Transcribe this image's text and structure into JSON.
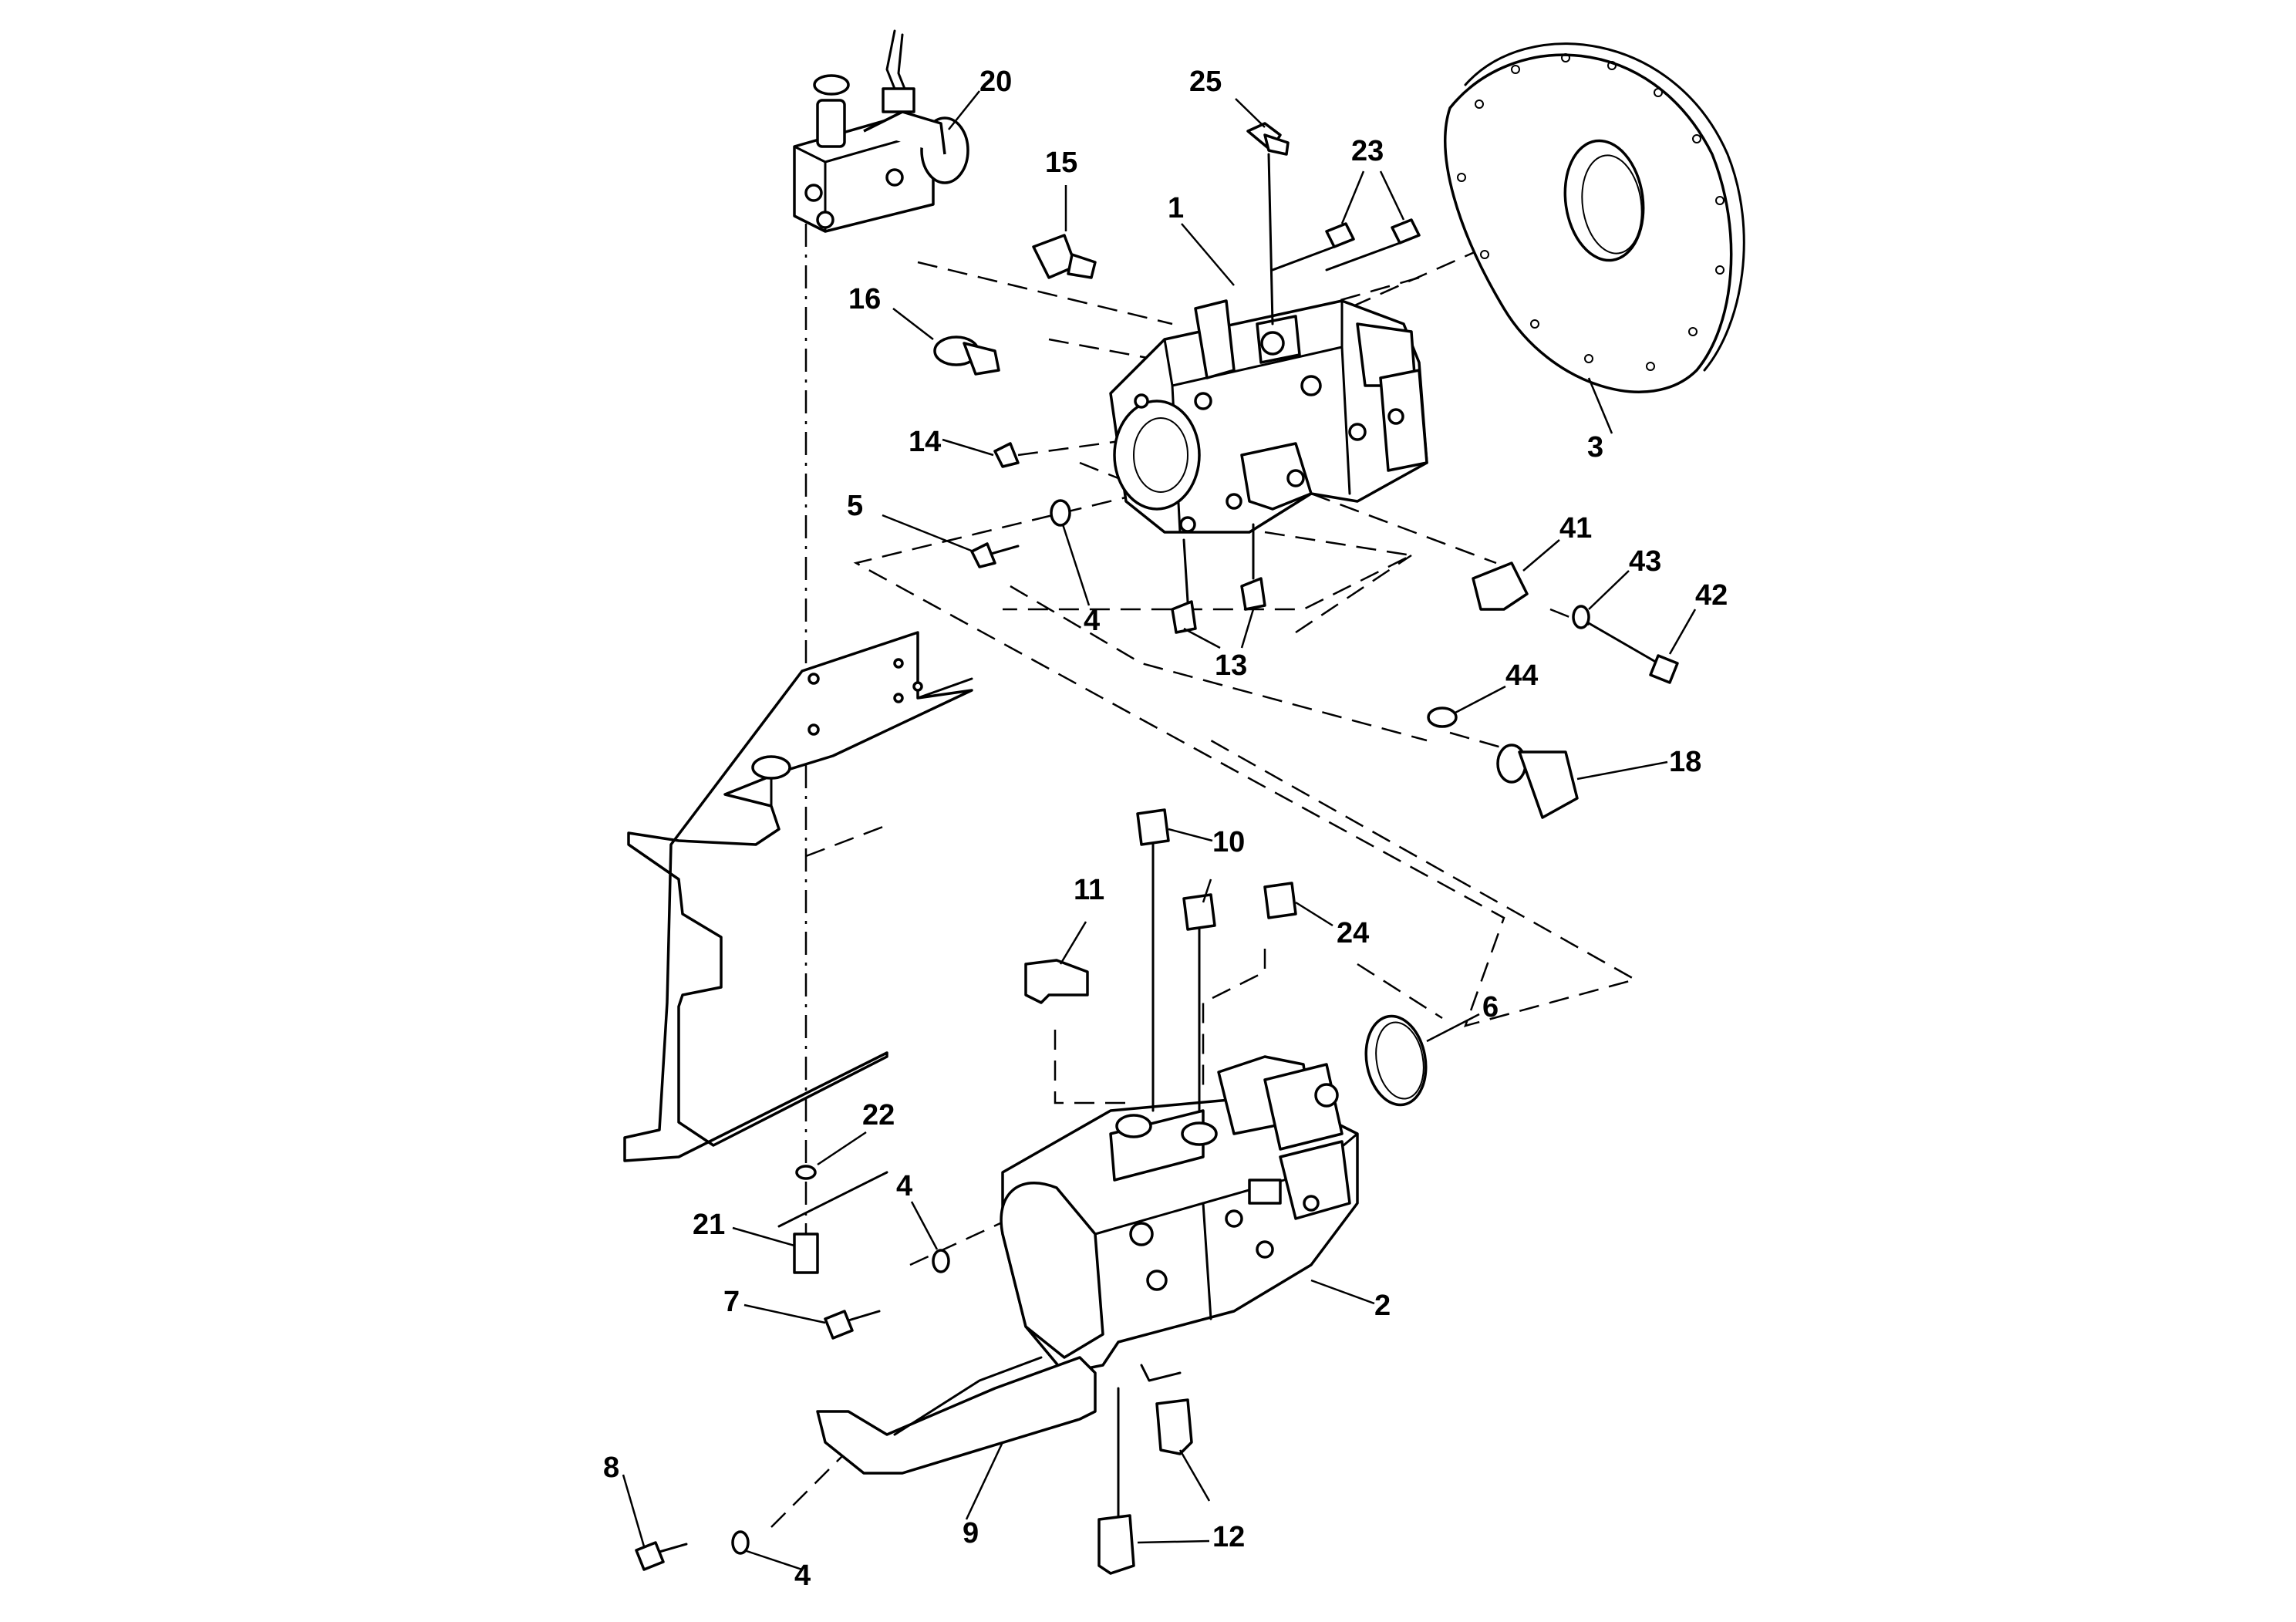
{
  "diagram": {
    "callouts": [
      {
        "id": "c20",
        "text": "20"
      },
      {
        "id": "c25",
        "text": "25"
      },
      {
        "id": "c15",
        "text": "15"
      },
      {
        "id": "c1",
        "text": "1"
      },
      {
        "id": "c23",
        "text": "23"
      },
      {
        "id": "c16",
        "text": "16"
      },
      {
        "id": "c14",
        "text": "14"
      },
      {
        "id": "c5",
        "text": "5"
      },
      {
        "id": "c4a",
        "text": "4"
      },
      {
        "id": "c13",
        "text": "13"
      },
      {
        "id": "c3",
        "text": "3"
      },
      {
        "id": "c41",
        "text": "41"
      },
      {
        "id": "c43",
        "text": "43"
      },
      {
        "id": "c42",
        "text": "42"
      },
      {
        "id": "c44",
        "text": "44"
      },
      {
        "id": "c18",
        "text": "18"
      },
      {
        "id": "c10",
        "text": "10"
      },
      {
        "id": "c11",
        "text": "11"
      },
      {
        "id": "c24",
        "text": "24"
      },
      {
        "id": "c6",
        "text": "6"
      },
      {
        "id": "c22",
        "text": "22"
      },
      {
        "id": "c4b",
        "text": "4"
      },
      {
        "id": "c21",
        "text": "21"
      },
      {
        "id": "c7",
        "text": "7"
      },
      {
        "id": "c2",
        "text": "2"
      },
      {
        "id": "c8",
        "text": "8"
      },
      {
        "id": "c9",
        "text": "9"
      },
      {
        "id": "c12",
        "text": "12"
      },
      {
        "id": "c4c",
        "text": "4"
      }
    ]
  }
}
